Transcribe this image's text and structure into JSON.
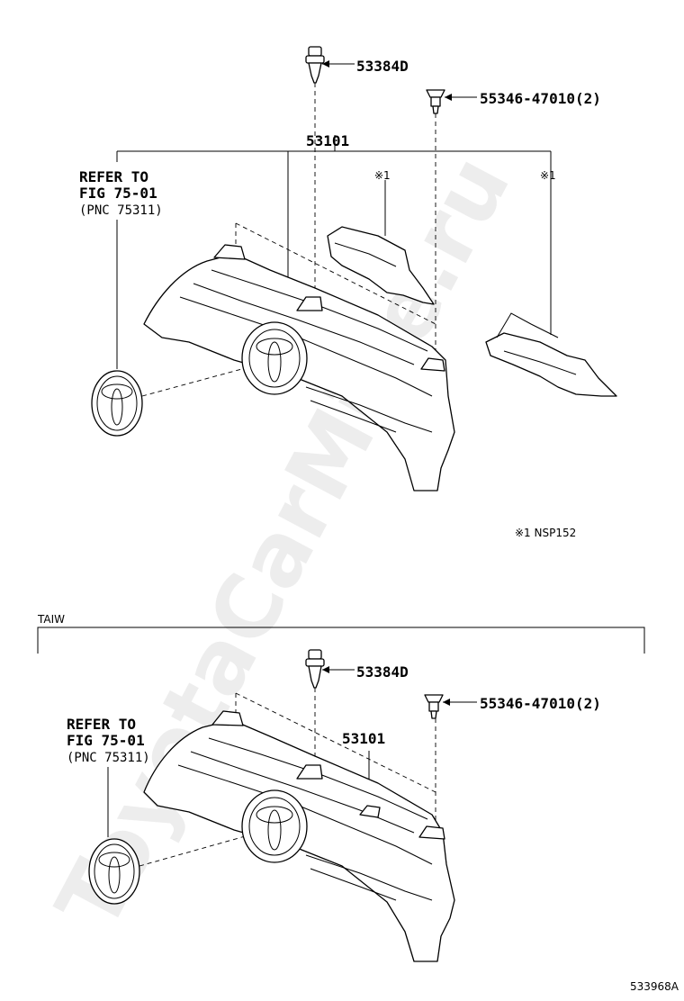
{
  "watermark": "ToyotaCarMine.ru",
  "top_section": {
    "part_clip": "53384D",
    "part_screw": "55346-47010(2)",
    "part_grille": "53101",
    "refer_line1": "REFER TO",
    "refer_line2": "FIG 75-01",
    "refer_line3": "(PNC 75311)",
    "mark_1a": "※1",
    "mark_1b": "※1",
    "footnote": "※1 NSP152"
  },
  "bottom_section": {
    "region_label": "TAIW",
    "part_clip": "53384D",
    "part_screw": "55346-47010(2)",
    "part_grille": "53101",
    "refer_line1": "REFER TO",
    "refer_line2": "FIG 75-01",
    "refer_line3": "(PNC 75311)"
  },
  "diagram_code": "533968A"
}
